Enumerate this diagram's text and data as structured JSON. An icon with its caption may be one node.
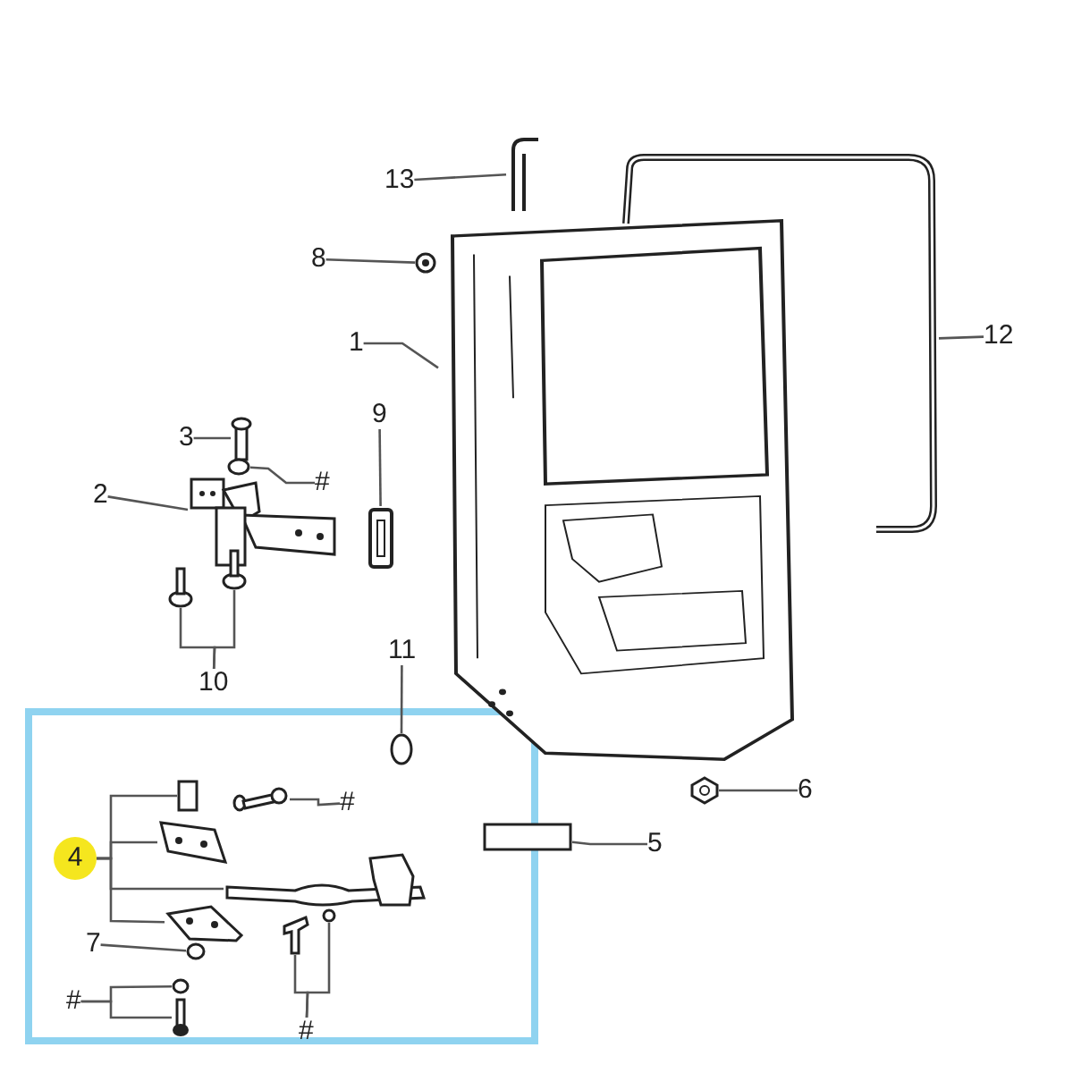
{
  "diagram": {
    "nodes": [
      {
        "text": [
          "13"
        ]
      },
      {
        "text": [],
        "shape": "picture"
      },
      {
        "text": [
          "8"
        ]
      },
      {
        "text": [],
        "shape": "picture"
      },
      {
        "text": [
          "1"
        ]
      },
      {
        "text": [],
        "shape": "picture"
      },
      {
        "text": [
          "12"
        ]
      },
      {
        "text": [],
        "shape": "picture"
      },
      {
        "text": [
          "3"
        ]
      },
      {
        "text": [],
        "shape": "picture"
      },
      {
        "text": [
          "2"
        ]
      },
      {
        "text": [],
        "shape": "picture"
      },
      {
        "text": [
          "#"
        ]
      },
      {
        "text": [],
        "shape": "circle"
      },
      {
        "text": [
          "9"
        ]
      },
      {
        "text": [],
        "shape": "picture"
      },
      {
        "text": [
          "10"
        ]
      },
      {
        "text": [],
        "shape": "picture"
      },
      {
        "text": [],
        "shape": "picture"
      },
      {
        "text": [
          "11"
        ]
      },
      {
        "text": [],
        "shape": "circle"
      },
      {
        "text": [
          "6"
        ]
      },
      {
        "text": [],
        "shape": "picture"
      },
      {
        "text": [
          "5"
        ]
      },
      {
        "text": [],
        "shape": "box"
      },
      {
        "text": [
          "4"
        ]
      },
      {
        "text": [],
        "shape": "box"
      },
      {
        "text": [],
        "shape": "picture"
      },
      {
        "text": [],
        "shape": "picture"
      },
      {
        "text": [],
        "shape": "picture"
      },
      {
        "text": [
          "#"
        ]
      },
      {
        "text": [],
        "shape": "picture"
      },
      {
        "text": [
          "7"
        ]
      },
      {
        "text": [],
        "shape": "circle"
      },
      {
        "text": [
          "#"
        ]
      },
      {
        "text": [],
        "shape": "circle"
      },
      {
        "text": [],
        "shape": "picture"
      },
      {
        "text": [
          "#"
        ]
      },
      {
        "text": [],
        "shape": "picture"
      },
      {
        "text": [],
        "shape": "circle"
      }
    ],
    "edges": [
      {
        "from": 0,
        "to": 1,
        "arrow": "none"
      },
      {
        "from": 2,
        "to": 3,
        "arrow": "none"
      },
      {
        "from": 4,
        "to": 5,
        "arrow": "none"
      },
      {
        "from": 6,
        "to": 7,
        "arrow": "none"
      },
      {
        "from": 8,
        "to": 9,
        "arrow": "none"
      },
      {
        "from": 10,
        "to": 11,
        "arrow": "none"
      },
      {
        "from": 12,
        "to": 13,
        "arrow": "none"
      },
      {
        "from": 14,
        "to": 15,
        "arrow": "none"
      },
      {
        "from": 16,
        "to": 17,
        "arrow": "none"
      },
      {
        "from": 16,
        "to": 18,
        "arrow": "none"
      },
      {
        "from": 19,
        "to": 20,
        "arrow": "none"
      },
      {
        "from": 21,
        "to": 22,
        "arrow": "none"
      },
      {
        "from": 23,
        "to": 24,
        "arrow": "none"
      },
      {
        "from": 25,
        "to": 26,
        "arrow": "none"
      },
      {
        "from": 25,
        "to": 27,
        "arrow": "none"
      },
      {
        "from": 25,
        "to": 28,
        "arrow": "none"
      },
      {
        "from": 25,
        "to": 29,
        "arrow": "none"
      },
      {
        "from": 30,
        "to": 31,
        "arrow": "none"
      },
      {
        "from": 32,
        "to": 33,
        "arrow": "none"
      },
      {
        "from": 34,
        "to": 35,
        "arrow": "none"
      },
      {
        "from": 34,
        "to": 36,
        "arrow": "none"
      },
      {
        "from": 37,
        "to": 38,
        "arrow": "none"
      },
      {
        "from": 37,
        "to": 39,
        "arrow": "none"
      }
    ]
  }
}
